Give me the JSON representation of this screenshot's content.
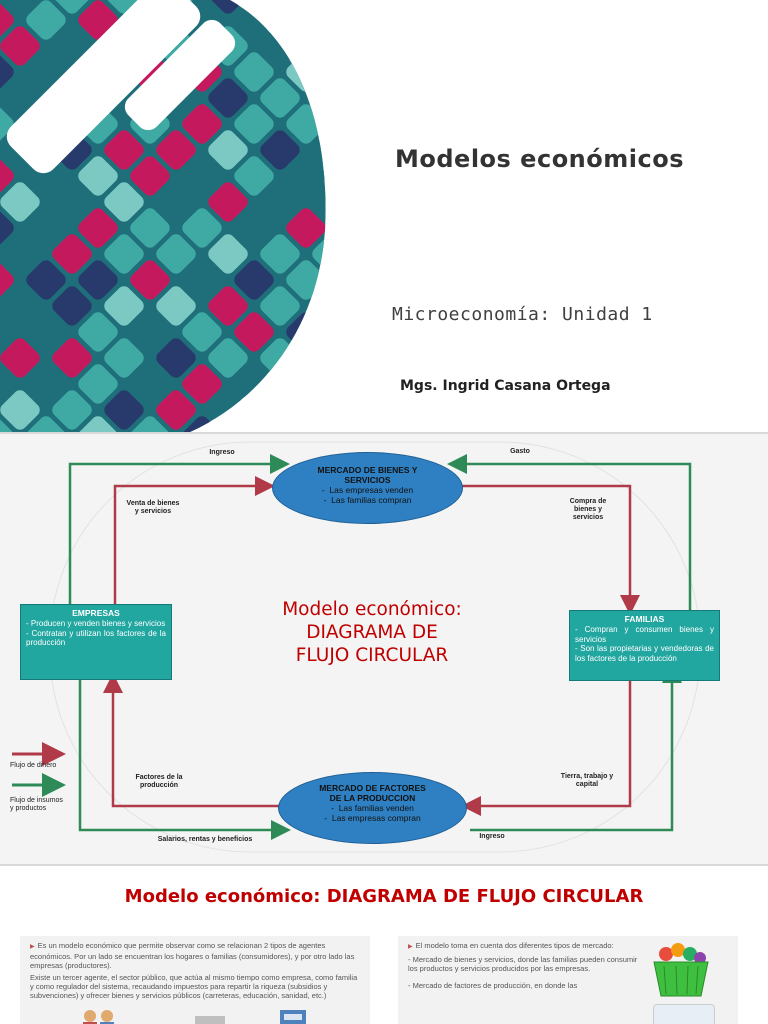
{
  "slide1": {
    "title": "Modelos económicos",
    "subtitle": "Microeconomía: Unidad 1",
    "author": "Mgs. Ingrid Casana Ortega",
    "colors": {
      "teal": "#3fa9a4",
      "dark_teal": "#1f6f7a",
      "navy": "#283a6b",
      "magenta": "#c4195c"
    }
  },
  "slide2": {
    "title_lines": [
      "Modelo económico:",
      "DIAGRAMA DE",
      "FLUJO CIRCULAR"
    ],
    "market_goods": {
      "title_lines": [
        "MERCADO DE BIENES Y",
        "SERVICIOS"
      ],
      "items": [
        "Las  empresas venden",
        "Las familias compran"
      ]
    },
    "market_factors": {
      "title_lines": [
        "MERCADO DE FACTORES",
        "DE LA PRODUCCION"
      ],
      "items": [
        "Las  familias venden",
        "Las empresas compran"
      ]
    },
    "empresas": {
      "title": "EMPRESAS",
      "items": [
        "Producen  y  venden  bienes  y servicios",
        "Contratan  y  utilizan  los  factores de la producción"
      ]
    },
    "familias": {
      "title": "FAMILIAS",
      "items": [
        "Compran  y consumen  bienes  y servicios",
        "Son      las      propietarias      y vendedoras de los factores de la producción"
      ]
    },
    "labels": {
      "ingreso_top": "Ingreso",
      "gasto": "Gasto",
      "venta": [
        "Venta de bienes",
        "y servicios"
      ],
      "compra": [
        "Compra de",
        "bienes y",
        "servicios"
      ],
      "factores": [
        "Factores de la",
        "producción"
      ],
      "tierra": [
        "Tierra, trabajo y",
        "capital"
      ],
      "salarios": "Salarios, rentas y beneficios",
      "ingreso_bottom": "Ingreso"
    },
    "legend": {
      "money": "Flujo de dinero",
      "goods": [
        "Flujo de insumos",
        "y productos"
      ]
    },
    "colors": {
      "money_flow": "#b03a48",
      "goods_flow": "#2e8b57",
      "ellipse": "#2f80c2",
      "box": "#22a6a0",
      "title": "#c00000"
    }
  },
  "slide3": {
    "title": "Modelo económico: DIAGRAMA DE FLUJO CIRCULAR",
    "left_p1": "Es un modelo económico que permite observar como se relacionan 2 tipos de agentes económicos. Por un lado se encuentran los hogares o familias (consumidores), y por otro lado las empresas (productores).",
    "left_p2": "Existe un tercer agente, el sector público, que actúa al mismo tiempo   como empresa, como familia y como regulador del sistema, recaudando impuestos para repartir la riqueza (subsidios y subvenciones) y ofrecer bienes y servicios públicos (carreteras, educación, sanidad, etc.)",
    "right_p1": "El modelo toma en cuenta dos diferentes tipos de mercado:",
    "right_p2": "- Mercado de bienes y servicios, donde las familias pueden consumir los productos y servicios producidos por las empresas.",
    "right_p3": "- Mercado de factores de producción, en donde las"
  }
}
